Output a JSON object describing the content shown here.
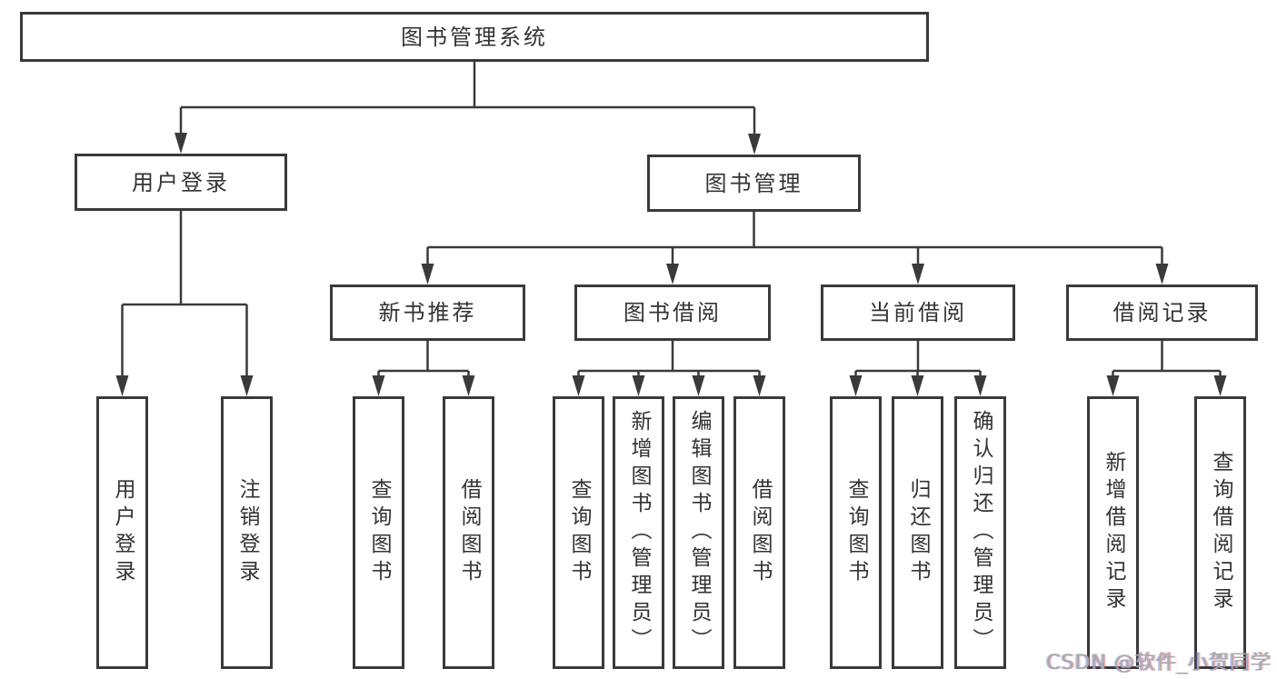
{
  "diagram": {
    "type": "hierarchy-tree",
    "colors": {
      "line": "#3a3a3a",
      "box_border": "#3a3a3a",
      "text": "#333333",
      "background": "#ffffff",
      "watermark": "#a9a9a9"
    },
    "root": {
      "label": "图书管理系统",
      "children": [
        {
          "label": "用户登录",
          "children": [
            {
              "label": "用户登录"
            },
            {
              "label": "注销登录"
            }
          ]
        },
        {
          "label": "图书管理",
          "children": [
            {
              "label": "新书推荐",
              "children": [
                {
                  "label": "查询图书"
                },
                {
                  "label": "借阅图书"
                }
              ]
            },
            {
              "label": "图书借阅",
              "children": [
                {
                  "label": "查询图书"
                },
                {
                  "label": "新增图书（管理员）"
                },
                {
                  "label": "编辑图书（管理员）"
                },
                {
                  "label": "借阅图书"
                }
              ]
            },
            {
              "label": "当前借阅",
              "children": [
                {
                  "label": "查询图书"
                },
                {
                  "label": "归还图书"
                },
                {
                  "label": "确认归还（管理员）"
                }
              ]
            },
            {
              "label": "借阅记录",
              "children": [
                {
                  "label": "新增借阅记录"
                },
                {
                  "label": "查询借阅记录"
                }
              ]
            }
          ]
        }
      ]
    }
  },
  "watermark": {
    "text": "CSDN @软件_小贺同学"
  }
}
